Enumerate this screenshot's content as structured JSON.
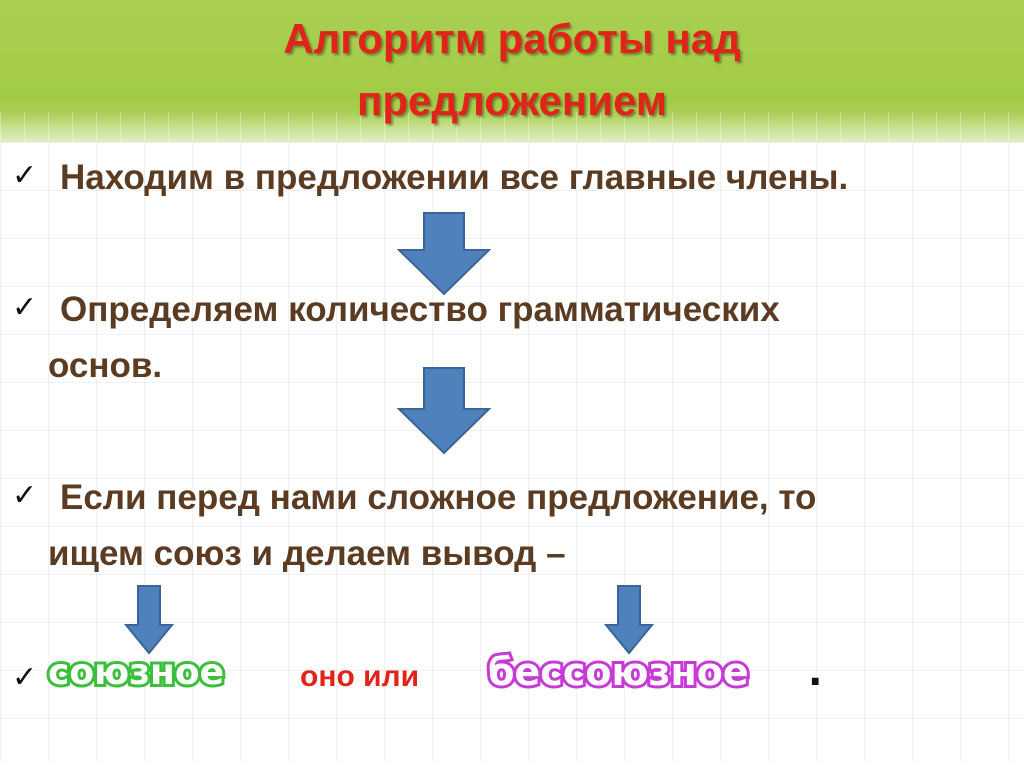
{
  "header": {
    "title_line1": "Алгоритм работы над",
    "title_line2": "предложением"
  },
  "check_mark": "✓",
  "steps": [
    {
      "line1": "Находим в предложении все главные члены."
    },
    {
      "line1": "Определяем количество грамматических",
      "line2": "основ."
    },
    {
      "line1": "Если перед нами сложное предложение, то",
      "line2": "ищем союз и делаем вывод –"
    }
  ],
  "conclusion": {
    "option1": "союзное",
    "connector": "оно или",
    "option2": "бессоюзное",
    "end_dot": "."
  },
  "colors": {
    "title": "#e2231a",
    "body_text": "#5b3b22",
    "arrow_fill": "#4f81bd",
    "option1": "#3bbf3c",
    "option2": "#c83ad8",
    "header_bg": "#a9cf52"
  },
  "icons": [
    "check-icon",
    "down-arrow-icon"
  ]
}
